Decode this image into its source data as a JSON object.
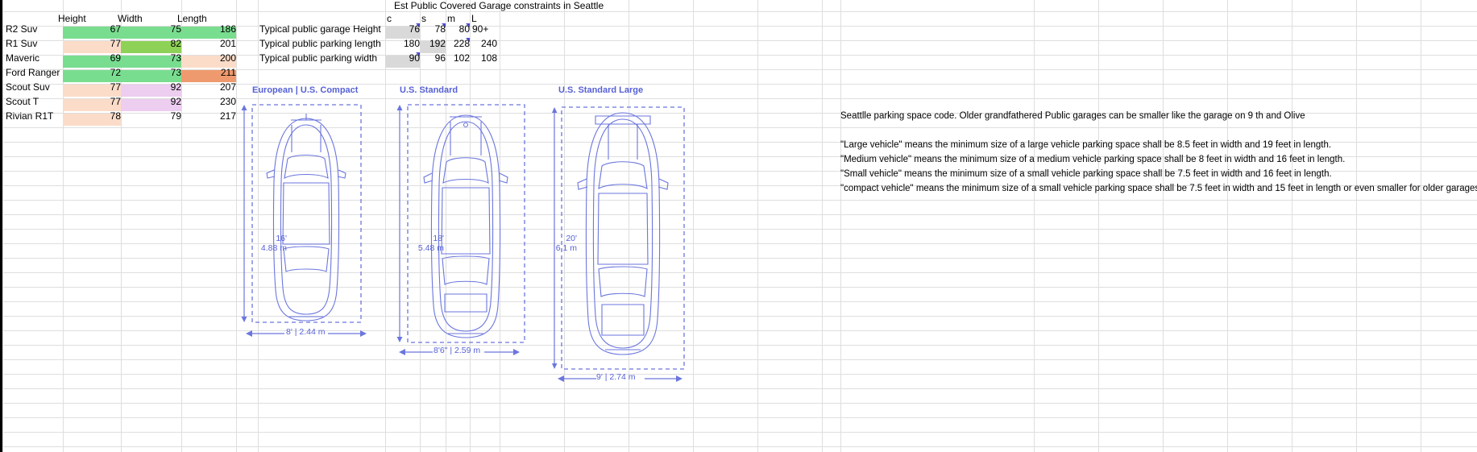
{
  "vehicle_table": {
    "headers": [
      "",
      "Height",
      "Width",
      "Length"
    ],
    "rows": [
      {
        "name": "R2 Suv",
        "height": "67",
        "width": "75",
        "length": "186"
      },
      {
        "name": "R1 Suv",
        "height": "77",
        "width": "82",
        "length": "201"
      },
      {
        "name": "Maveric",
        "height": "69",
        "width": "73",
        "length": "200"
      },
      {
        "name": "Ford Ranger",
        "height": "72",
        "width": "73",
        "length": "211"
      },
      {
        "name": "Scout Suv",
        "height": "77",
        "width": "92",
        "length": "207"
      },
      {
        "name": "Scout T",
        "height": "77",
        "width": "92",
        "length": "230"
      },
      {
        "name": "Rivian R1T",
        "height": "78",
        "width": "79",
        "length": "217"
      }
    ]
  },
  "garage_table": {
    "title": "Est Public Covered Garage constraints in Seattle",
    "headers": [
      "c",
      "s",
      "m",
      "L"
    ],
    "rows": [
      {
        "label": "Typical public garage Height",
        "c": "76",
        "s": "78",
        "m": "80",
        "l": "90+"
      },
      {
        "label": "Typical public parking length",
        "c": "180",
        "s": "192",
        "m": "228",
        "l": "240"
      },
      {
        "label": "Typical public parking width",
        "c": "90",
        "s": "96",
        "m": "102",
        "l": "108"
      }
    ]
  },
  "figures": [
    {
      "caption": "European | U.S. Compact",
      "length_ft": "16'",
      "length_m": "4.88 m",
      "width_label": "8' | 2.44 m"
    },
    {
      "caption": "U.S. Standard",
      "length_ft": "18'",
      "length_m": "5.48 m",
      "width_label": "8'6\" | 2.59 m"
    },
    {
      "caption": "U.S. Standard Large",
      "length_ft": "20'",
      "length_m": "6.1 m",
      "width_label": "9' | 2.74 m"
    }
  ],
  "notes": [
    "Seattlle parking space code.  Older grandfathered Public garages can be smaller like the garage on 9 th and Olive",
    "\"Large vehicle\" means the minimum size of a large vehicle parking space shall be 8.5 feet in width and 19 feet in length.",
    "\"Medium vehicle\" means the minimum size of a medium vehicle parking space shall be 8 feet in width and 16 feet in length.",
    "\"Small vehicle\" means the minimum size of a small vehicle parking space shall be 7.5 feet in width and 16 feet in length.",
    "\"compact vehicle\" means the minimum size of a small vehicle parking space shall be 7.5 feet in width and 15 feet in length or even smaller for older garages"
  ],
  "colors": {
    "green": "#79dd8f",
    "green_dark": "#8ed157",
    "peach": "#fbdcc8",
    "orange": "#ef9a6e",
    "violet": "#edcdf0",
    "gray": "#d9d9d9",
    "accent": "#5661d6"
  }
}
